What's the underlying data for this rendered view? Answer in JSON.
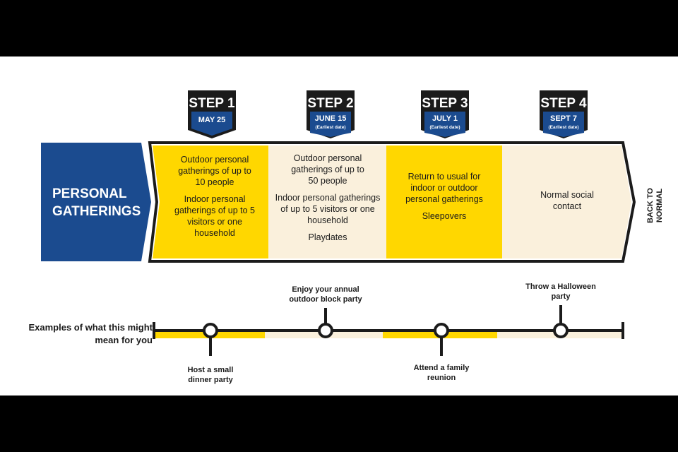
{
  "category": {
    "title_line1": "PERSONAL",
    "title_line2": "GATHERINGS"
  },
  "steps": [
    {
      "title": "STEP 1",
      "date": "MAY 25",
      "note": ""
    },
    {
      "title": "STEP 2",
      "date": "JUNE 15",
      "note": "(Earliest date)"
    },
    {
      "title": "STEP 3",
      "date": "JULY 1",
      "note": "(Earliest date)"
    },
    {
      "title": "STEP 4",
      "date": "SEPT 7",
      "note": "(Earliest date)"
    }
  ],
  "cells": [
    {
      "p1": "Outdoor personal gatherings of up to 10 people",
      "p2": "Indoor personal gatherings of up to 5 visitors or one household",
      "p3": ""
    },
    {
      "p1": "Outdoor personal gatherings of up to 50 people",
      "p2": "Indoor personal gatherings of up to 5 visitors or one household",
      "p3": "Playdates"
    },
    {
      "p1": "Return to usual for indoor or outdoor personal gatherings",
      "p2": "Sleepovers",
      "p3": ""
    },
    {
      "p1": "Normal social contact",
      "p2": "",
      "p3": ""
    }
  ],
  "back_to_normal": "BACK TO NORMAL",
  "examples_label": "Examples of what this might mean for you",
  "timeline_examples": {
    "host_dinner": "Host a small dinner party",
    "block_party": "Enjoy your annual outdoor block party",
    "family_reunion": "Attend a family reunion",
    "halloween": "Throw a Halloween party"
  },
  "colors": {
    "navy": "#1b4b8f",
    "yellow": "#ffd700",
    "cream": "#faf0dc",
    "dark": "#1b1b1b"
  }
}
